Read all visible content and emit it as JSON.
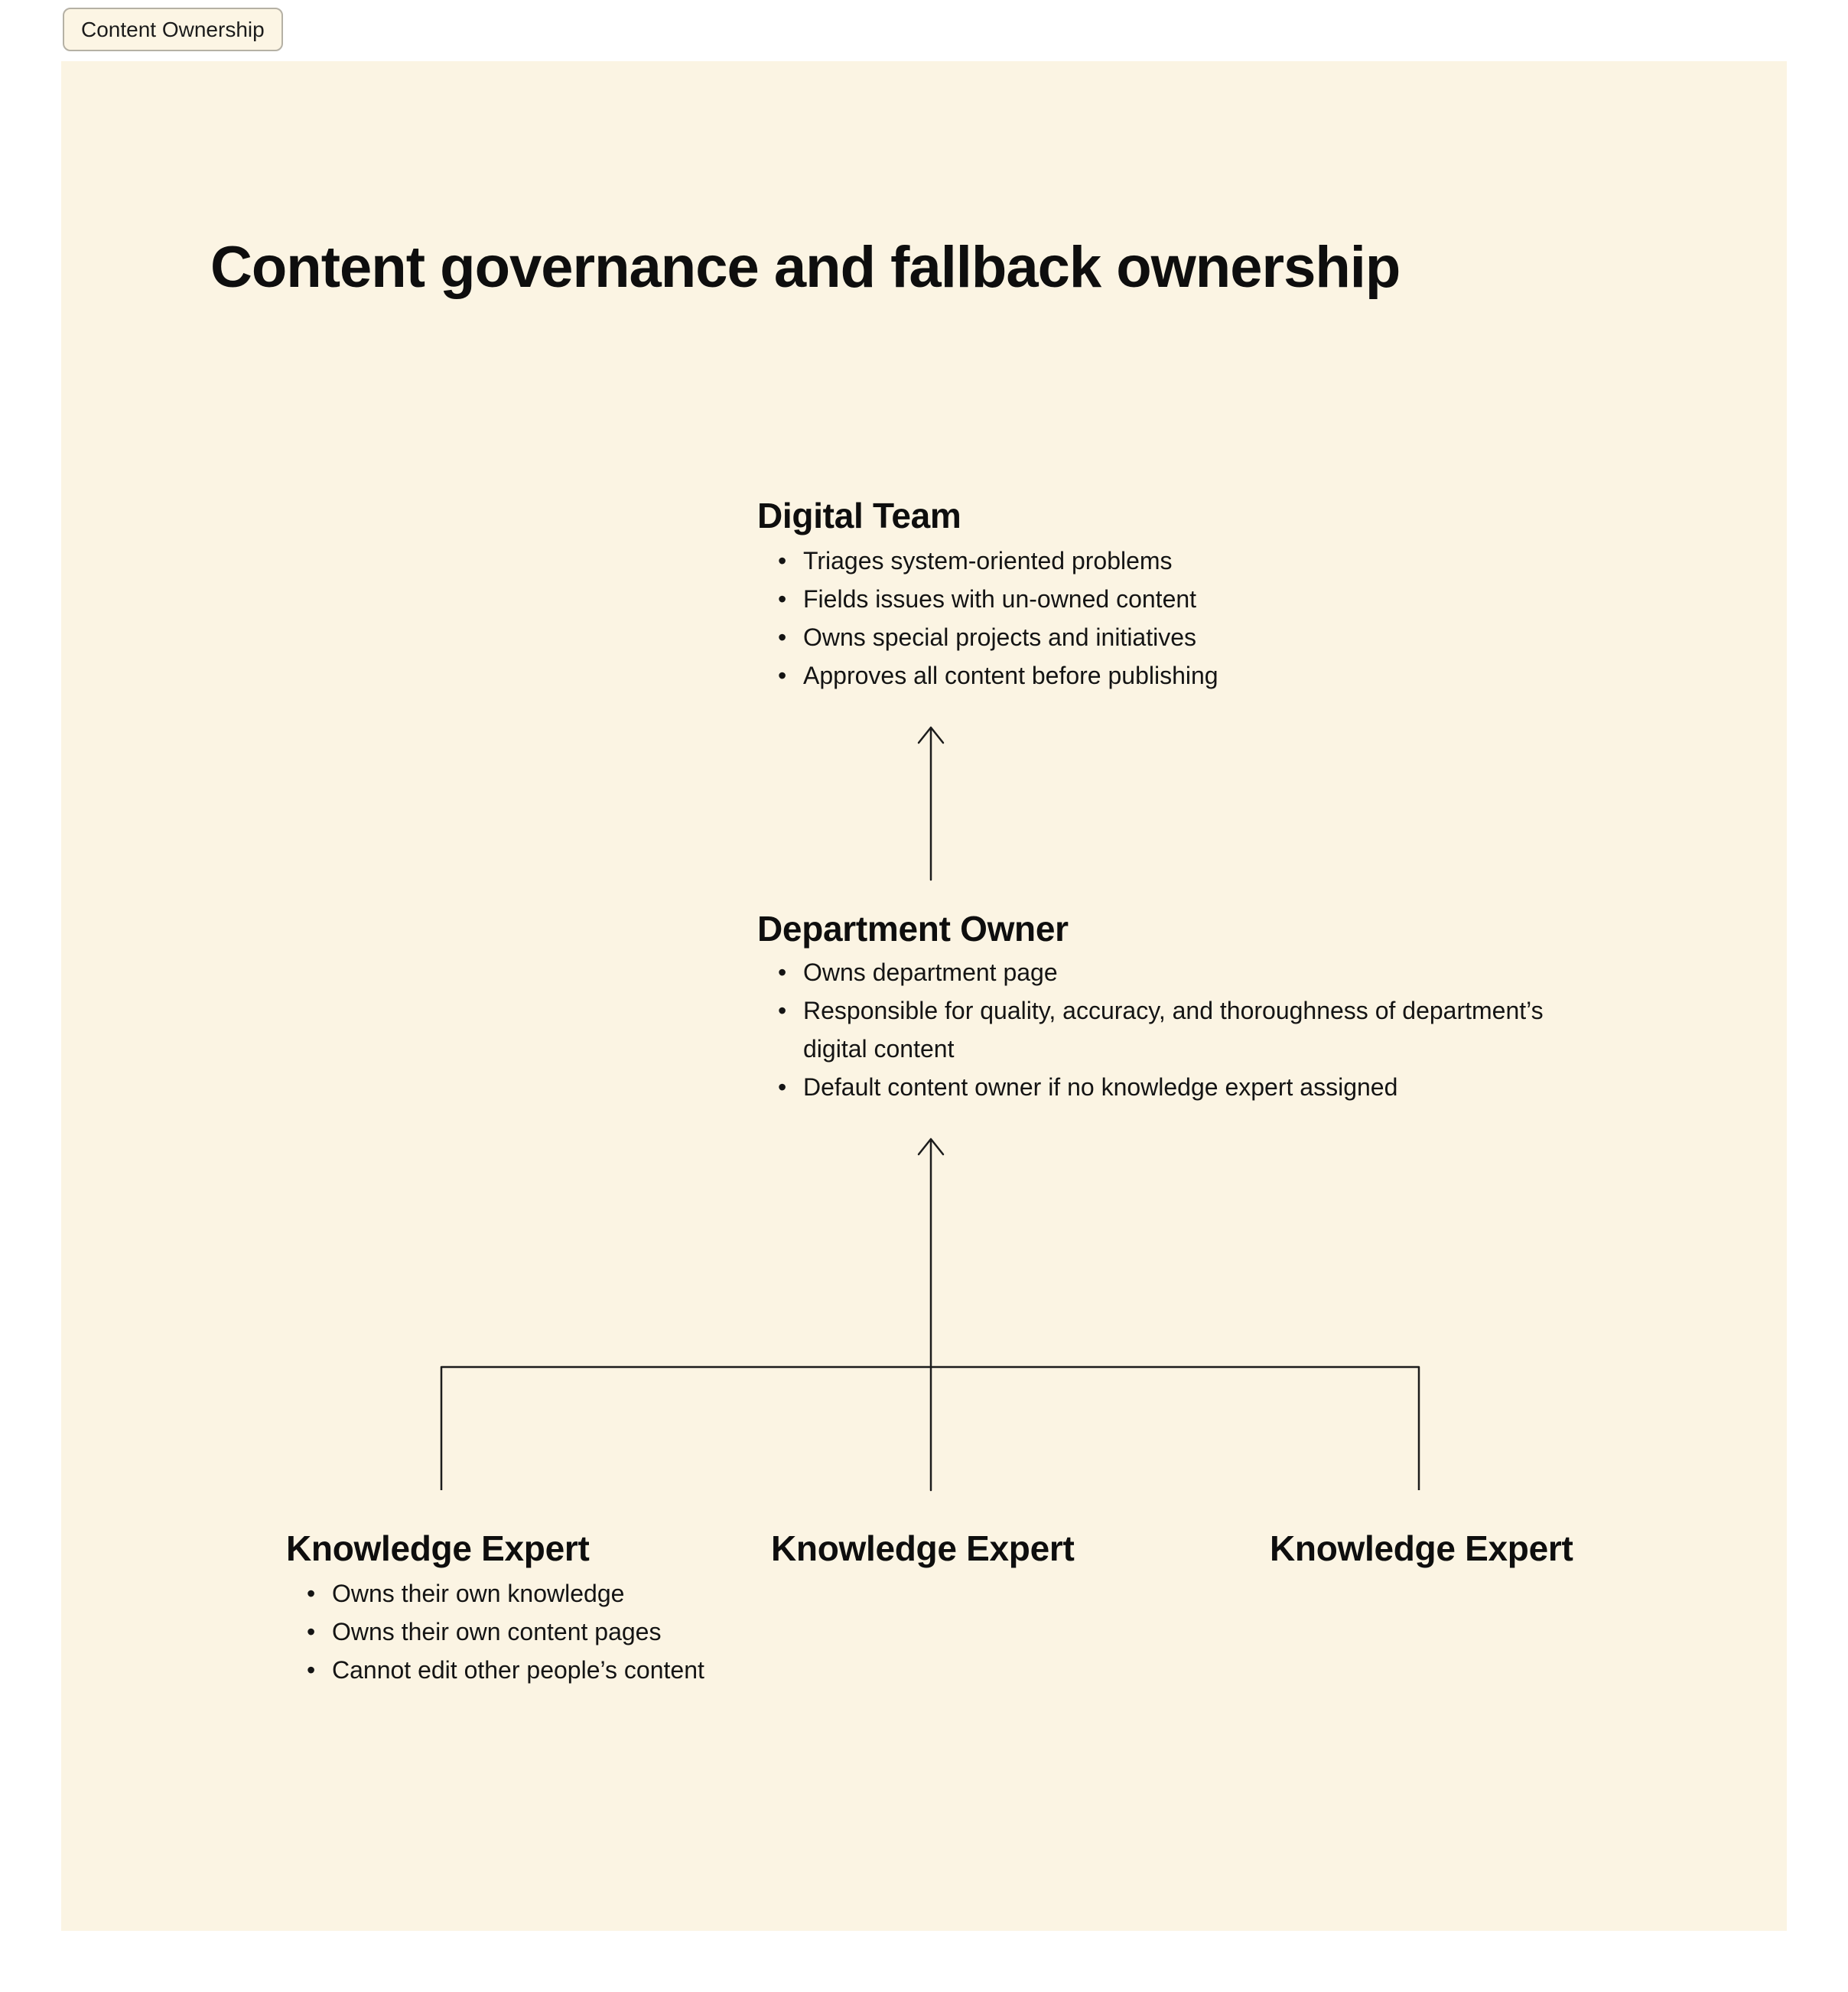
{
  "frame_tab": {
    "label": "Content Ownership"
  },
  "title": "Content governance and fallback ownership",
  "nodes": {
    "digital_team": {
      "heading": "Digital Team",
      "bullets": [
        "Triages system-oriented problems",
        "Fields issues with un-owned content",
        "Owns special projects and initiatives",
        "Approves all content before publishing"
      ]
    },
    "department_owner": {
      "heading": "Department Owner",
      "bullets": [
        "Owns department page",
        "Responsible for quality, accuracy, and thoroughness of department’s digital content",
        "Default content owner if no knowledge expert assigned"
      ]
    },
    "knowledge_expert_1": {
      "heading": "Knowledge Expert",
      "bullets": [
        "Owns their own knowledge",
        "Owns their own content pages",
        "Cannot edit other people’s content"
      ]
    },
    "knowledge_expert_2": {
      "heading": "Knowledge Expert"
    },
    "knowledge_expert_3": {
      "heading": "Knowledge Expert"
    }
  },
  "colors": {
    "canvas_bg": "#FFFFFF",
    "frame_fill": "#FBF4E3",
    "text": "#111111",
    "connector": "#1C1C1C",
    "tab_border": "#B5B1A5"
  }
}
